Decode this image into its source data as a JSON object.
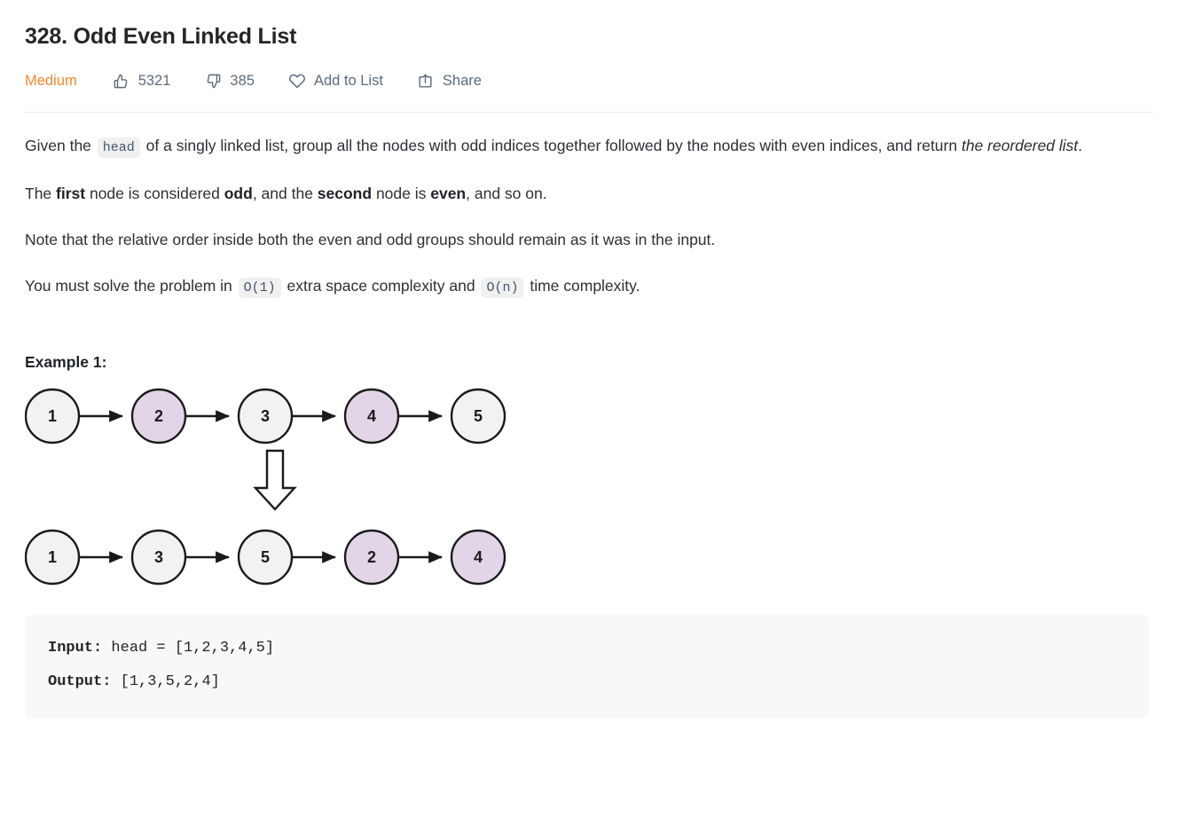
{
  "problem": {
    "title": "328. Odd Even Linked List",
    "difficulty": "Medium",
    "likes": "5321",
    "dislikes": "385",
    "add_to_list_label": "Add to List",
    "share_label": "Share",
    "icons": {
      "like": "thumbs-up-icon",
      "dislike": "thumbs-down-icon",
      "add_to_list": "heart-icon",
      "share": "share-icon"
    },
    "colors": {
      "difficulty_orange": "#ef8733",
      "meta_gray": "#5c6b7d",
      "text": "#2c3036",
      "code_bg": "#f7f8fa",
      "inline_code_bg": "#f0f0f0",
      "node_odd_fill": "#f2f2f2",
      "node_even_fill": "#e1d5e7",
      "node_stroke": "#1a1a1a"
    }
  },
  "description": {
    "p1_a": "Given the ",
    "p1_code": "head",
    "p1_b": " of a singly linked list, group all the nodes with odd indices together followed by the nodes with even indices, and return ",
    "p1_em": "the reordered list",
    "p1_c": ".",
    "p2_a": "The ",
    "p2_b1": "first",
    "p2_b": " node is considered ",
    "p2_b2": "odd",
    "p2_c": ", and the ",
    "p2_b3": "second",
    "p2_d": " node is ",
    "p2_b4": "even",
    "p2_e": ", and so on.",
    "p3": "Note that the relative order inside both the even and odd groups should remain as it was in the input.",
    "p4_a": "You must solve the problem in ",
    "p4_code1": "O(1)",
    "p4_b": " extra space complexity and ",
    "p4_code2": "O(n)",
    "p4_c": " time complexity."
  },
  "example": {
    "heading": "Example 1:",
    "input_label": "Input:",
    "input_value": " head = [1,2,3,4,5]",
    "output_label": "Output:",
    "output_value": " [1,3,5,2,4]"
  },
  "diagram": {
    "type": "linked-list-transformation",
    "row1": [
      {
        "value": "1",
        "parity": "odd"
      },
      {
        "value": "2",
        "parity": "even"
      },
      {
        "value": "3",
        "parity": "odd"
      },
      {
        "value": "4",
        "parity": "even"
      },
      {
        "value": "5",
        "parity": "odd"
      }
    ],
    "row2": [
      {
        "value": "1",
        "parity": "odd"
      },
      {
        "value": "3",
        "parity": "odd"
      },
      {
        "value": "5",
        "parity": "odd"
      },
      {
        "value": "2",
        "parity": "even"
      },
      {
        "value": "4",
        "parity": "even"
      }
    ],
    "transform_arrow": "down-block-arrow"
  }
}
